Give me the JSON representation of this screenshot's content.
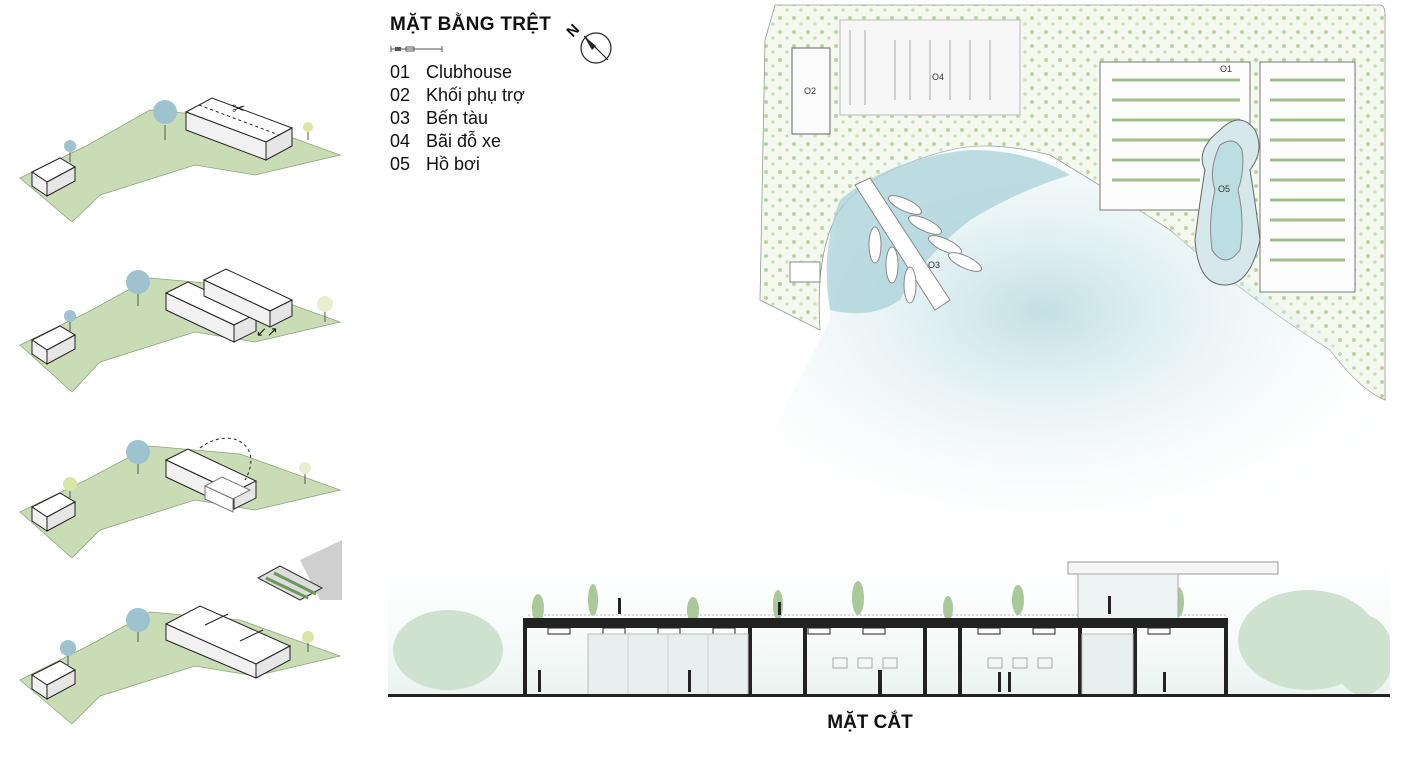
{
  "legend": {
    "title": "MẶT BẰNG TRỆT",
    "items": [
      {
        "num": "01",
        "label": "Clubhouse"
      },
      {
        "num": "02",
        "label": "Khối phụ trợ"
      },
      {
        "num": "03",
        "label": "Bến tàu"
      },
      {
        "num": "04",
        "label": "Bãi đỗ xe"
      },
      {
        "num": "05",
        "label": "Hồ bơi"
      }
    ]
  },
  "compass": {
    "label": "N"
  },
  "plan_labels": {
    "clubhouse": "O1",
    "auxiliary": "O2",
    "marina": "O3",
    "parking": "O4",
    "pool": "O5"
  },
  "section": {
    "title": "MẶT CẮT"
  },
  "colors": {
    "grass": "#c9dcb5",
    "water": "#bcdde2",
    "tree": "#9ec2cf",
    "line": "#222222"
  }
}
